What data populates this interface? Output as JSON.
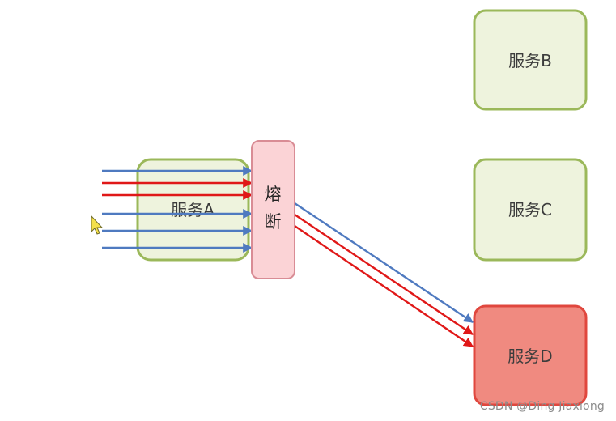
{
  "nodes": {
    "service_a": {
      "label": "服务A",
      "fill": "#eef3dd",
      "stroke": "#9bb85a"
    },
    "service_b": {
      "label": "服务B",
      "fill": "#eef3dd",
      "stroke": "#9bb85a"
    },
    "service_c": {
      "label": "服务C",
      "fill": "#eef3dd",
      "stroke": "#9bb85a"
    },
    "service_d": {
      "label": "服务D",
      "fill": "#f08a80",
      "stroke": "#e0473e"
    }
  },
  "breaker": {
    "char1": "熔",
    "char2": "断",
    "fill": "#fbd3d6",
    "stroke": "#d98c95"
  },
  "arrow_colors": {
    "blue": "#4f7ac0",
    "red": "#e01818"
  },
  "incoming_arrows": [
    "blue",
    "red",
    "red",
    "blue",
    "blue",
    "blue"
  ],
  "outgoing_arrows": [
    "blue",
    "red",
    "red"
  ],
  "watermark": "CSDN @Ding Jiaxiong"
}
